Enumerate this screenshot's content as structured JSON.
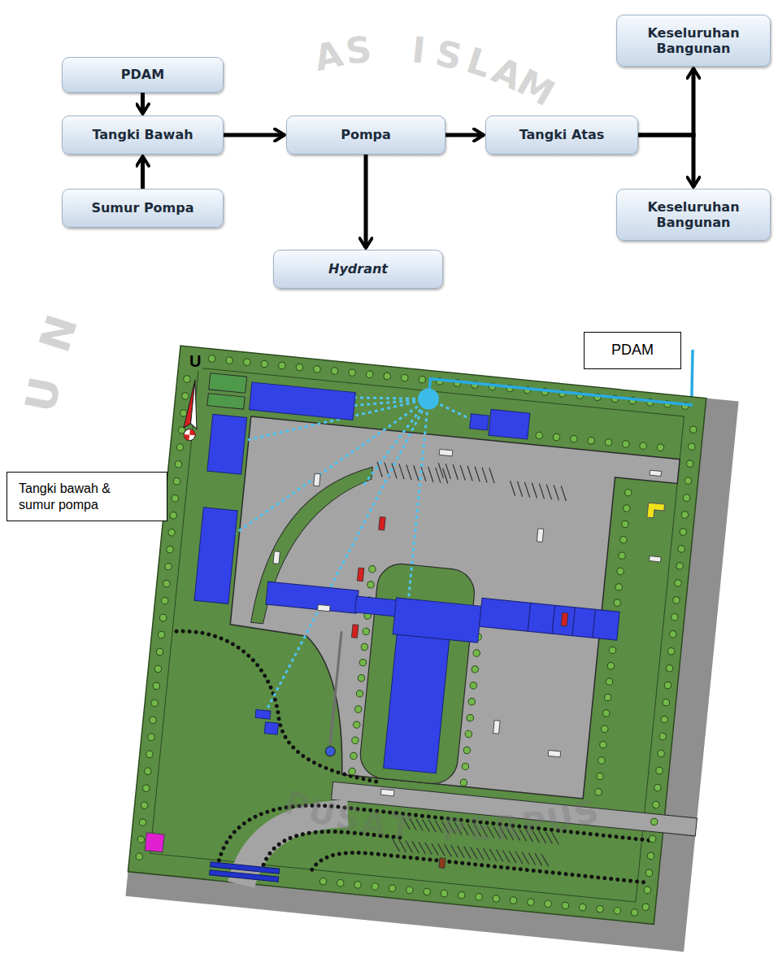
{
  "diagram": {
    "nodes": [
      {
        "text": [
          "PDAM"
        ]
      },
      {
        "text": [
          "Tangki Bawah"
        ]
      },
      {
        "text": [
          "Sumur Pompa"
        ]
      },
      {
        "text": [
          "Pompa"
        ]
      },
      {
        "text": [
          "Tangki Atas"
        ]
      },
      {
        "text": [
          "Keseluruhan Bangunan"
        ]
      },
      {
        "text": [
          "Keseluruhan Bangunan"
        ]
      },
      {
        "text": [
          "Hydrant"
        ]
      },
      {
        "text": [
          "PDAM"
        ]
      },
      {
        "text": [
          "Tangki bawah & sumur pompa"
        ]
      }
    ],
    "edges": [
      {
        "from": 0,
        "to": 1,
        "arrow": "to"
      },
      {
        "from": 2,
        "to": 1,
        "arrow": "to"
      },
      {
        "from": 1,
        "to": 3,
        "arrow": "to"
      },
      {
        "from": 3,
        "to": 4,
        "arrow": "to"
      },
      {
        "from": 3,
        "to": 7,
        "arrow": "to"
      },
      {
        "from": 4,
        "to": 5,
        "arrow": "to"
      },
      {
        "from": 4,
        "to": 6,
        "arrow": "to"
      }
    ],
    "labels": [
      "U",
      "UN",
      "AS ISLAM",
      "PUSAT PERPUS"
    ]
  }
}
